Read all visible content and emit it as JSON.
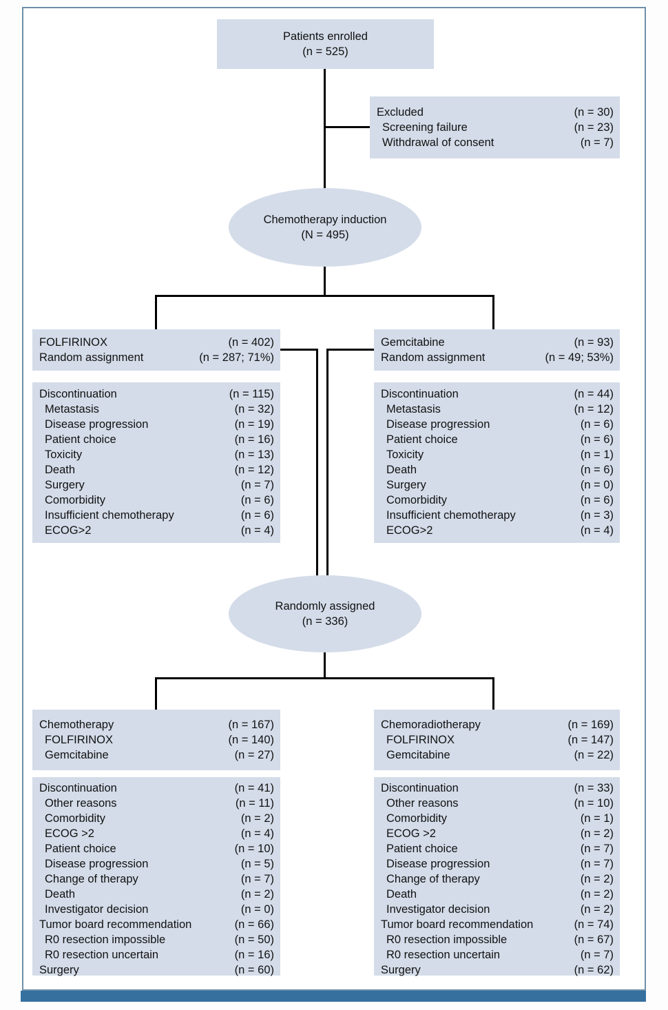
{
  "colors": {
    "box_fill": "#d4dce9",
    "line": "#000000",
    "panel_border": "#6e8fa9",
    "bottom_bar": "#35709f"
  },
  "enrolled": {
    "line1": "Patients enrolled",
    "line2": "(n = 525)"
  },
  "excluded": {
    "rows": [
      {
        "label": "Excluded",
        "value": "(n = 30)",
        "indent": 0
      },
      {
        "label": "Screening failure",
        "value": "(n = 23)",
        "indent": 1
      },
      {
        "label": "Withdrawal of consent",
        "value": "(n = 7)",
        "indent": 1
      }
    ]
  },
  "induction": {
    "line1": "Chemotherapy induction",
    "line2": "(N = 495)"
  },
  "folfirinox_arm": {
    "rows": [
      {
        "label": "FOLFIRINOX",
        "value": "(n = 402)",
        "indent": 0
      },
      {
        "label": "Random assignment",
        "value": "(n = 287; 71%)",
        "indent": 0
      }
    ]
  },
  "gemcitabine_arm": {
    "rows": [
      {
        "label": "Gemcitabine",
        "value": "(n = 93)",
        "indent": 0
      },
      {
        "label": "Random assignment",
        "value": "(n = 49; 53%)",
        "indent": 0
      }
    ]
  },
  "folfirinox_discontinuation": {
    "rows": [
      {
        "label": "Discontinuation",
        "value": "(n = 115)",
        "indent": 0
      },
      {
        "label": "Metastasis",
        "value": "(n = 32)",
        "indent": 1
      },
      {
        "label": "Disease progression",
        "value": "(n = 19)",
        "indent": 1
      },
      {
        "label": "Patient choice",
        "value": "(n = 16)",
        "indent": 1
      },
      {
        "label": "Toxicity",
        "value": "(n = 13)",
        "indent": 1
      },
      {
        "label": "Death",
        "value": "(n = 12)",
        "indent": 1
      },
      {
        "label": "Surgery",
        "value": "(n = 7)",
        "indent": 1
      },
      {
        "label": "Comorbidity",
        "value": "(n = 6)",
        "indent": 1
      },
      {
        "label": "Insufficient chemotherapy",
        "value": "(n = 6)",
        "indent": 1
      },
      {
        "label": "ECOG>2",
        "value": "(n = 4)",
        "indent": 1
      }
    ]
  },
  "gemcitabine_discontinuation": {
    "rows": [
      {
        "label": "Discontinuation",
        "value": "(n = 44)",
        "indent": 0
      },
      {
        "label": "Metastasis",
        "value": "(n = 12)",
        "indent": 1
      },
      {
        "label": "Disease progression",
        "value": "(n = 6)",
        "indent": 1
      },
      {
        "label": "Patient choice",
        "value": "(n = 6)",
        "indent": 1
      },
      {
        "label": "Toxicity",
        "value": "(n = 1)",
        "indent": 1
      },
      {
        "label": "Death",
        "value": "(n = 6)",
        "indent": 1
      },
      {
        "label": "Surgery",
        "value": "(n = 0)",
        "indent": 1
      },
      {
        "label": "Comorbidity",
        "value": "(n = 6)",
        "indent": 1
      },
      {
        "label": "Insufficient chemotherapy",
        "value": "(n = 3)",
        "indent": 1
      },
      {
        "label": "ECOG>2",
        "value": "(n = 4)",
        "indent": 1
      }
    ]
  },
  "randomized": {
    "line1": "Randomly assigned",
    "line2": "(n = 336)"
  },
  "chemotherapy_group": {
    "rows": [
      {
        "label": "Chemotherapy",
        "value": "(n = 167)",
        "indent": 0
      },
      {
        "label": "FOLFIRINOX",
        "value": "(n = 140)",
        "indent": 1
      },
      {
        "label": "Gemcitabine",
        "value": "(n = 27)",
        "indent": 1
      }
    ]
  },
  "chemoradiotherapy_group": {
    "rows": [
      {
        "label": "Chemoradiotherapy",
        "value": "(n = 169)",
        "indent": 0
      },
      {
        "label": "FOLFIRINOX",
        "value": "(n = 147)",
        "indent": 1
      },
      {
        "label": "Gemcitabine",
        "value": "(n = 22)",
        "indent": 1
      }
    ]
  },
  "chemotherapy_discontinuation": {
    "rows": [
      {
        "label": "Discontinuation",
        "value": "(n = 41)",
        "indent": 0
      },
      {
        "label": "Other reasons",
        "value": "(n = 11)",
        "indent": 1
      },
      {
        "label": "Comorbidity",
        "value": "(n = 2)",
        "indent": 1
      },
      {
        "label": "ECOG >2",
        "value": "(n = 4)",
        "indent": 1
      },
      {
        "label": "Patient choice",
        "value": "(n = 10)",
        "indent": 1
      },
      {
        "label": "Disease progression",
        "value": "(n = 5)",
        "indent": 1
      },
      {
        "label": "Change of therapy",
        "value": "(n = 7)",
        "indent": 1
      },
      {
        "label": "Death",
        "value": "(n = 2)",
        "indent": 1
      },
      {
        "label": "Investigator decision",
        "value": "(n = 0)",
        "indent": 1
      },
      {
        "label": "Tumor board recommendation",
        "value": "(n = 66)",
        "indent": 0
      },
      {
        "label": "R0 resection impossible",
        "value": "(n = 50)",
        "indent": 1
      },
      {
        "label": "R0 resection uncertain",
        "value": "(n = 16)",
        "indent": 1
      },
      {
        "label": "Surgery",
        "value": "(n = 60)",
        "indent": 0
      }
    ]
  },
  "chemoradiotherapy_discontinuation": {
    "rows": [
      {
        "label": "Discontinuation",
        "value": "(n = 33)",
        "indent": 0
      },
      {
        "label": "Other reasons",
        "value": "(n = 10)",
        "indent": 1
      },
      {
        "label": "Comorbidity",
        "value": "(n = 1)",
        "indent": 1
      },
      {
        "label": "ECOG >2",
        "value": "(n = 2)",
        "indent": 1
      },
      {
        "label": "Patient choice",
        "value": "(n = 7)",
        "indent": 1
      },
      {
        "label": "Disease progression",
        "value": "(n = 7)",
        "indent": 1
      },
      {
        "label": "Change of therapy",
        "value": "(n = 2)",
        "indent": 1
      },
      {
        "label": "Death",
        "value": "(n = 2)",
        "indent": 1
      },
      {
        "label": "Investigator decision",
        "value": "(n = 2)",
        "indent": 1
      },
      {
        "label": "Tumor board recommendation",
        "value": "(n = 74)",
        "indent": 0
      },
      {
        "label": "R0 resection impossible",
        "value": "(n = 67)",
        "indent": 1
      },
      {
        "label": "R0 resection uncertain",
        "value": "(n = 7)",
        "indent": 1
      },
      {
        "label": "Surgery",
        "value": "(n = 62)",
        "indent": 0
      }
    ]
  }
}
